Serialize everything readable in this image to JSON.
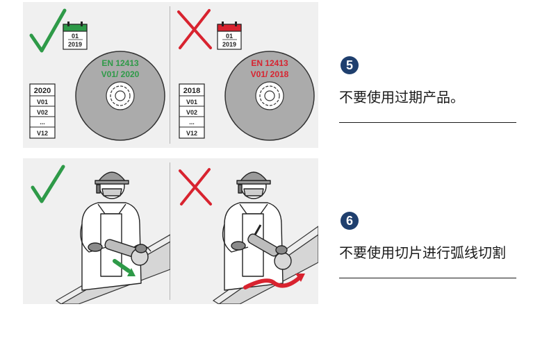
{
  "step5": {
    "number": "5",
    "caption": "不要使用过期产品。",
    "correct": {
      "calendar_month": "01",
      "calendar_year": "2019",
      "standard": "EN 12413",
      "version": "V01/ 2020",
      "label_year": "2020",
      "label_rows": [
        "V01",
        "V02",
        "...",
        "V12"
      ],
      "color": "#2e9a48"
    },
    "wrong": {
      "calendar_month": "01",
      "calendar_year": "2019",
      "standard": "EN 12413",
      "version": "V01/ 2018",
      "label_year": "2018",
      "label_rows": [
        "V01",
        "V02",
        "...",
        "V12"
      ],
      "color": "#d8232f"
    }
  },
  "step6": {
    "number": "6",
    "caption": "不要使用切片进行弧线切割"
  },
  "icons": {
    "correct": "check-mark-icon",
    "wrong": "cross-mark-icon"
  },
  "colors": {
    "badge": "#1f3f6e",
    "panel": "#f0f0f0",
    "check": "#2e9a48",
    "cross": "#d8232f"
  }
}
